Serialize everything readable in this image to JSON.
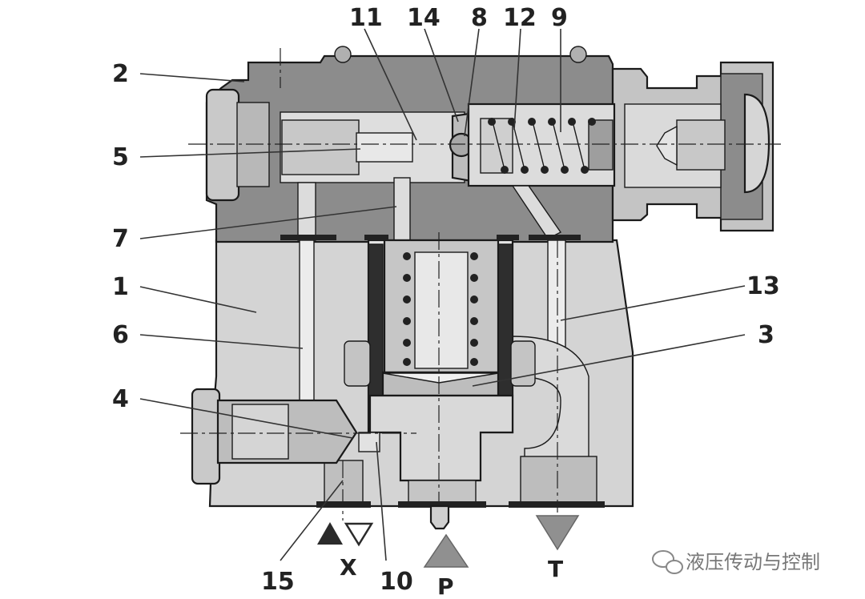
{
  "callouts": {
    "n1": "1",
    "n2": "2",
    "n3": "3",
    "n4": "4",
    "n5": "5",
    "n6": "6",
    "n7": "7",
    "n8": "8",
    "n9": "9",
    "n10": "10",
    "n11": "11",
    "n12": "12",
    "n13": "13",
    "n14": "14",
    "n15": "15"
  },
  "ports": {
    "x": "X",
    "p": "P",
    "t": "T"
  },
  "watermark": "液压传动与控制",
  "colors": {
    "body_light": "#d4d4d4",
    "body_dark": "#8c8c8c",
    "steel": "#c2c2c2",
    "marker_dark": "#2b2b2b",
    "marker_gray": "#909090"
  }
}
